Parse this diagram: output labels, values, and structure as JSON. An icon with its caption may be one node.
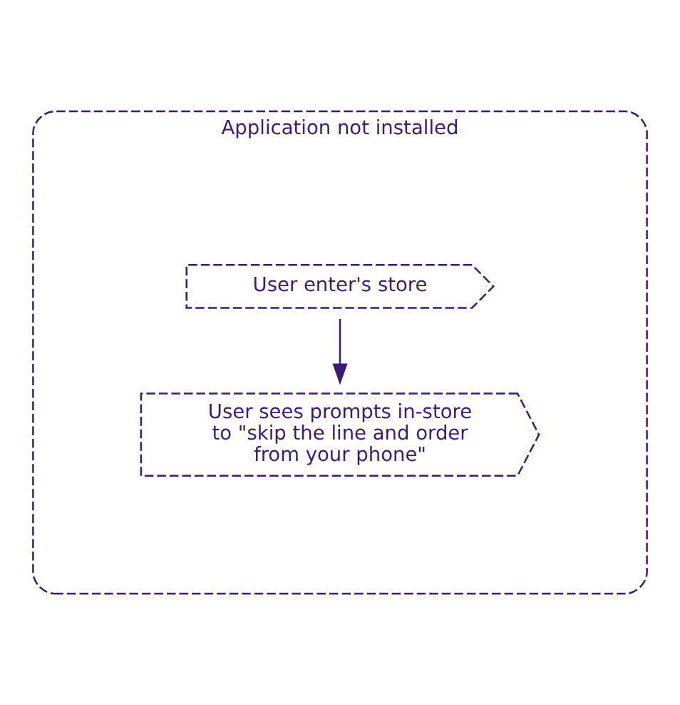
{
  "diagram": {
    "nodes": [
      {
        "text": [
          "Application not installed"
        ]
      },
      {
        "text": [
          "User enter's store"
        ],
        "in": 0
      },
      {
        "text": [
          "User sees prompts in-store to \"skip the line and order from your phone\""
        ],
        "in": 0
      }
    ],
    "edges": [
      {
        "from": 1,
        "to": 2,
        "arrow": "to"
      }
    ]
  }
}
